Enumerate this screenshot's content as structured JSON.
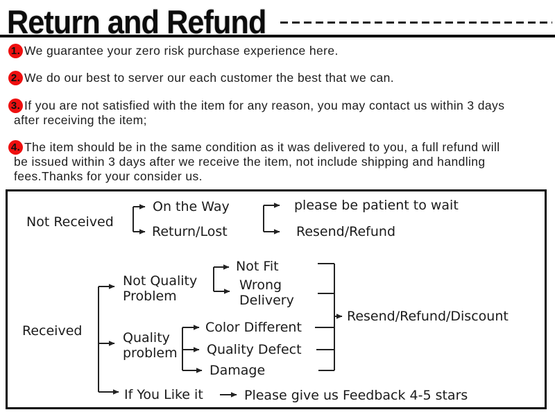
{
  "header": {
    "title": "Return and Refund"
  },
  "points": [
    {
      "num": "1.",
      "lines": [
        "We guarantee your zero risk purchase experience here."
      ]
    },
    {
      "num": "2.",
      "lines": [
        "We do our best to server our each customer the best that we can."
      ]
    },
    {
      "num": "3.",
      "lines": [
        "If you are not satisfied with the item for any reason, you may contact us within 3 days",
        "after receiving the item;"
      ]
    },
    {
      "num": "4.",
      "lines": [
        "The item should be in the same condition as it was delivered to you, a full refund will",
        "be issued within 3 days after we receive the item, not include shipping and handling",
        "fees.Thanks for your consider us."
      ]
    }
  ],
  "flowchart": {
    "not_received": "Not Received",
    "on_the_way": "On the Way",
    "return_lost": "Return/Lost",
    "please_wait": "please be patient to wait",
    "resend_refund": "Resend/Refund",
    "received": "Received",
    "not_quality_problem": "Not Quality\nProblem",
    "not_fit": "Not Fit",
    "wrong_delivery": "Wrong\nDelivery",
    "quality_problem": "Quality\nproblem",
    "color_different": "Color Different",
    "quality_defect": "Quality Defect",
    "damage": "Damage",
    "resend_refund_discount": "Resend/Refund/Discount",
    "if_you_like": "If You Like it",
    "feedback": "Please give us Feedback 4-5 stars"
  },
  "colors": {
    "accent_red": "#ee0f0f",
    "line_color": "#222222",
    "text_color": "#1d1d1d"
  }
}
